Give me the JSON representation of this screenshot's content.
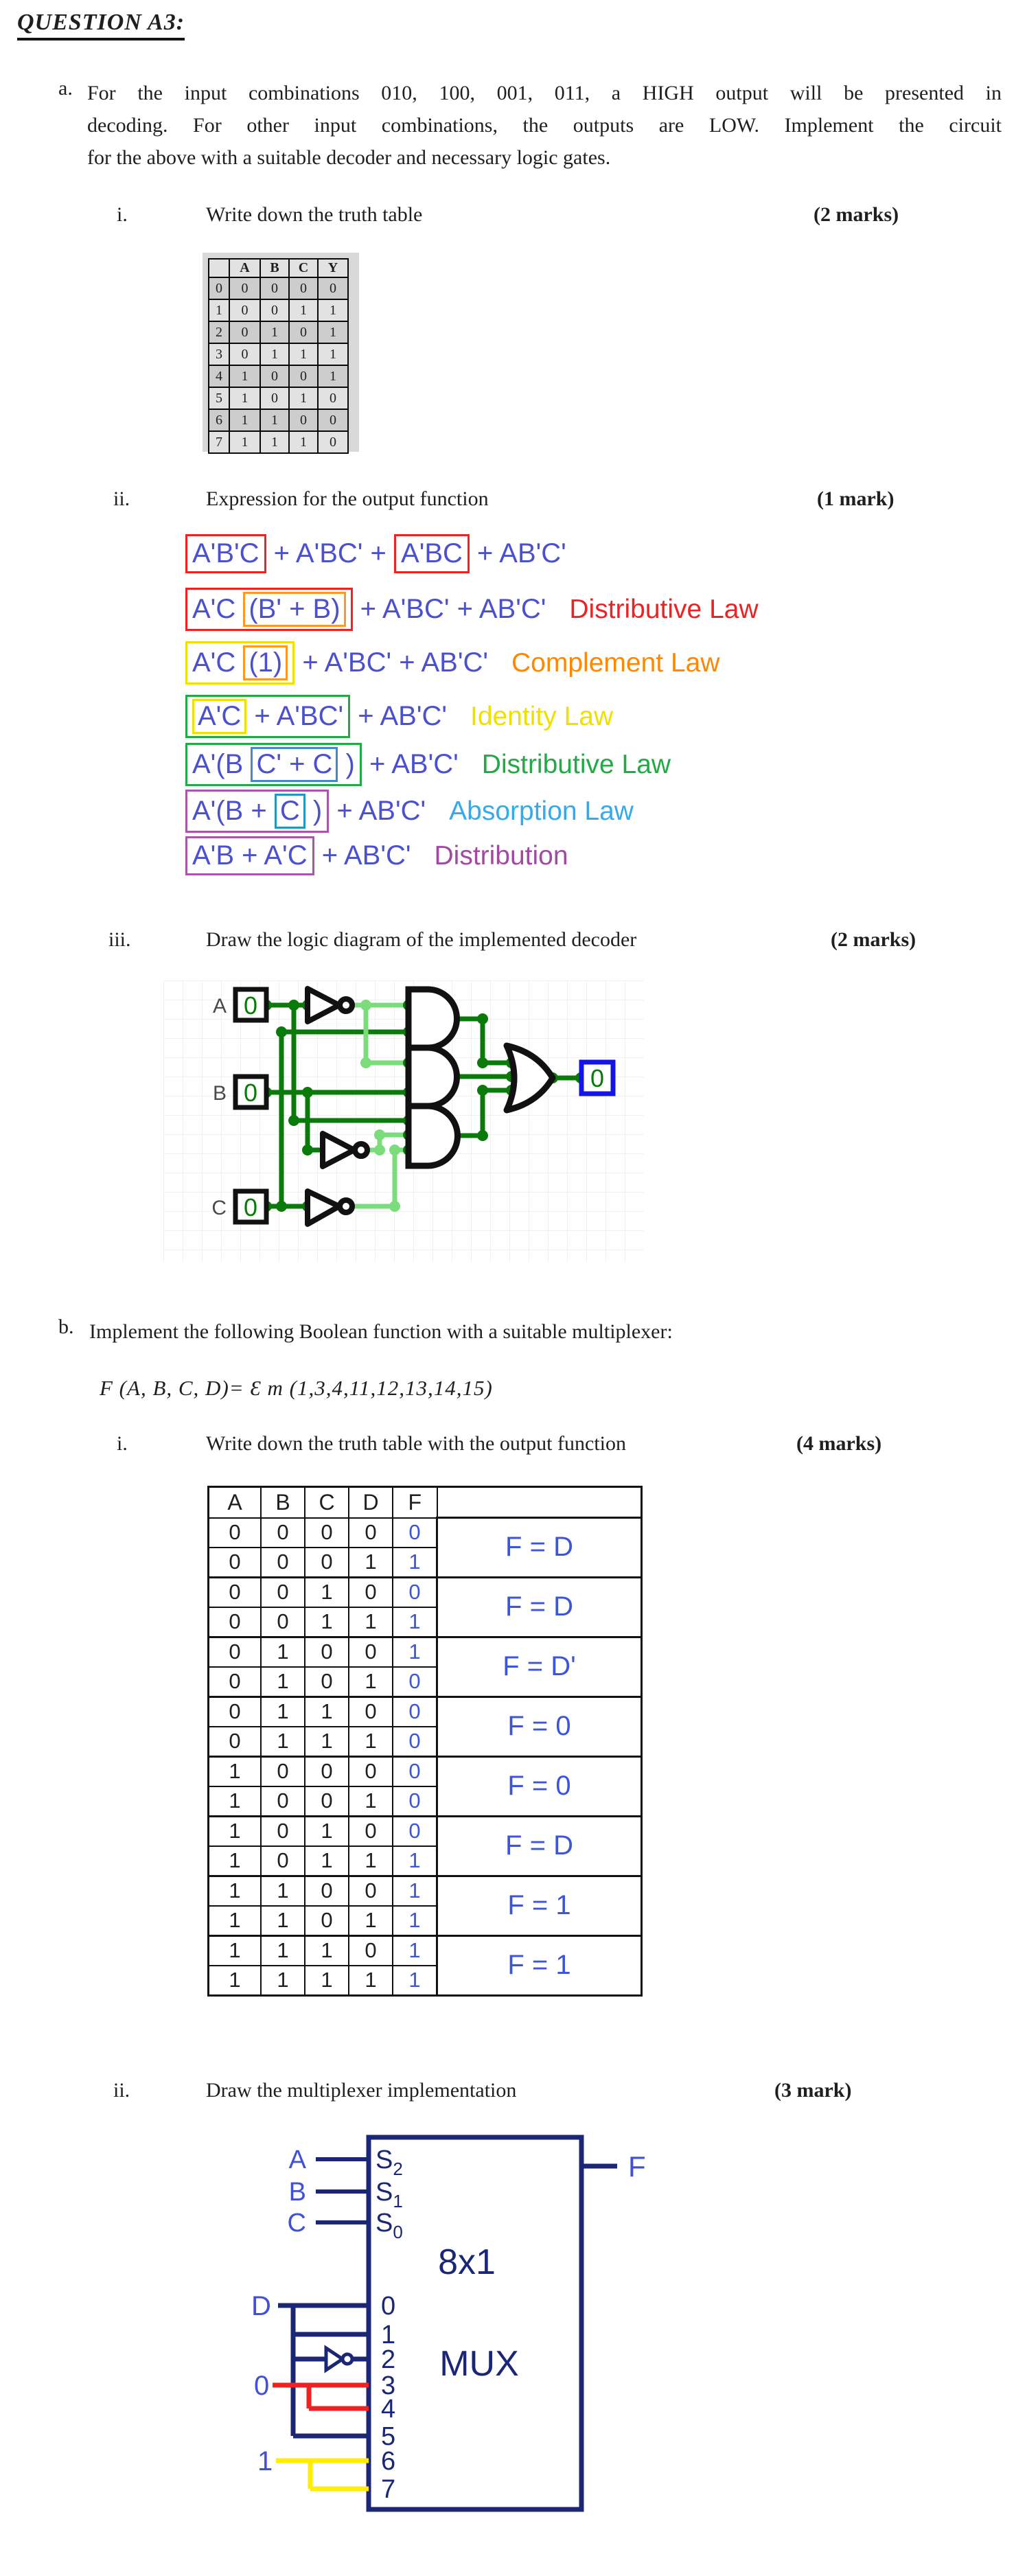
{
  "colors": {
    "expr_blue": "#4b50cf",
    "wire_low": "#0a7a0a",
    "wire_high": "#7bdc7b",
    "mux_navy": "#1c2677",
    "mux_label_blue": "#4150d8",
    "wire_red": "#ee2222",
    "wire_yellow": "#ffee00",
    "box_red": "#ee2222",
    "box_orange": "#ff9922",
    "box_yellow": "#f0e000",
    "box_green": "#22aa44",
    "box_steel": "#4488cc",
    "box_teal": "#2299bb",
    "box_purple": "#aa55aa",
    "table2_f_blue": "#3c55d9"
  },
  "title": "QUESTION A3:",
  "part_a": {
    "label": "a.",
    "lines": [
      "For the input combinations 010, 100, 001, 011, a HIGH output will be presented in",
      "decoding.  For other input combinations, the outputs are LOW. Implement the circuit",
      "for the above with a suitable decoder and necessary logic gates."
    ],
    "sub_i": {
      "num": "i.",
      "text": "Write down the truth table",
      "marks": "(2 marks)"
    },
    "sub_ii": {
      "num": "ii.",
      "text": "Expression for the output function",
      "marks": "(1 mark)"
    },
    "sub_iii": {
      "num": "iii.",
      "text": "Draw the logic diagram of the implemented decoder",
      "marks": "(2 marks)"
    }
  },
  "truth_table1": {
    "headers": [
      "",
      "A",
      "B",
      "C",
      "Y"
    ],
    "rows": [
      [
        "0",
        "0",
        "0",
        "0",
        "0"
      ],
      [
        "1",
        "0",
        "0",
        "1",
        "1"
      ],
      [
        "2",
        "0",
        "1",
        "0",
        "1"
      ],
      [
        "3",
        "0",
        "1",
        "1",
        "1"
      ],
      [
        "4",
        "1",
        "0",
        "0",
        "1"
      ],
      [
        "5",
        "1",
        "0",
        "1",
        "0"
      ],
      [
        "6",
        "1",
        "1",
        "0",
        "0"
      ],
      [
        "7",
        "1",
        "1",
        "1",
        "0"
      ]
    ]
  },
  "derivation": {
    "lines": [
      {
        "groups": [
          {
            "box": "red",
            "items": [
              {
                "text": "A'B'C"
              }
            ]
          },
          {
            "items": [
              {
                "text": " + A'BC' + "
              }
            ]
          },
          {
            "box": "red",
            "items": [
              {
                "text": "A'BC"
              }
            ]
          },
          {
            "items": [
              {
                "text": " + AB'C'"
              }
            ]
          }
        ],
        "law": null
      },
      {
        "groups": [
          {
            "box": "red",
            "items": [
              {
                "text": "A'C "
              },
              {
                "text": "(B' + B)",
                "box": "orange"
              }
            ]
          },
          {
            "items": [
              {
                "text": " + A'BC' + AB'C'"
              }
            ]
          }
        ],
        "law": {
          "text": "Distributive Law",
          "color": "#ee2222"
        }
      },
      {
        "groups": [
          {
            "box": "yellow",
            "items": [
              {
                "text": "A'C "
              },
              {
                "text": "(1)",
                "box": "orange"
              }
            ]
          },
          {
            "items": [
              {
                "text": " + A'BC' + AB'C'"
              }
            ]
          }
        ],
        "law": {
          "text": "Complement Law",
          "color": "#ff8800"
        }
      },
      {
        "groups": [
          {
            "box": "green",
            "items": [
              {
                "text": "A'C",
                "box": "yellow"
              },
              {
                "text": " + A'BC'"
              }
            ]
          },
          {
            "items": [
              {
                "text": " + AB'C'"
              }
            ]
          }
        ],
        "law": {
          "text": "Identity Law",
          "color": "#f0e000"
        }
      },
      {
        "groups": [
          {
            "box": "green",
            "items": [
              {
                "text": "A'(B "
              },
              {
                "text": "C' + C",
                "box": "steel"
              },
              {
                "text": " )"
              }
            ]
          },
          {
            "items": [
              {
                "text": " + AB'C'"
              }
            ]
          }
        ],
        "law": {
          "text": "Distributive Law",
          "color": "#22aa44"
        }
      },
      {
        "groups": [
          {
            "box": "purple",
            "items": [
              {
                "text": "A'(B + "
              },
              {
                "text": "C",
                "box": "teal"
              },
              {
                "text": " )"
              }
            ]
          },
          {
            "items": [
              {
                "text": " + AB'C'"
              }
            ]
          }
        ],
        "law": {
          "text": "Absorption Law",
          "color": "#33aaee"
        }
      },
      {
        "groups": [
          {
            "box": "purple",
            "items": [
              {
                "text": "A'B + A'C"
              }
            ]
          },
          {
            "items": [
              {
                "text": " + AB'C'"
              }
            ]
          }
        ],
        "law": {
          "text": "Distribution",
          "color": "#a04ba0"
        }
      }
    ]
  },
  "decoder": {
    "input_labels": [
      "A",
      "B",
      "C"
    ],
    "pin_values": [
      "0",
      "0",
      "0"
    ],
    "output_value": "0"
  },
  "part_b": {
    "label": "b.",
    "text": "Implement the following Boolean function with a suitable multiplexer:",
    "function": "F (A, B, C, D)= Ɛ m (1,3,4,11,12,13,14,15)",
    "sub_i": {
      "num": "i.",
      "text": "Write down the truth table with the output function",
      "marks": "(4 marks)"
    },
    "sub_ii": {
      "num": "ii.",
      "text": "Draw the multiplexer implementation",
      "marks": "(3 mark)"
    }
  },
  "truth_table2": {
    "headers": [
      "A",
      "B",
      "C",
      "D",
      "F"
    ],
    "rows": [
      [
        "0",
        "0",
        "0",
        "0",
        "0"
      ],
      [
        "0",
        "0",
        "0",
        "1",
        "1"
      ],
      [
        "0",
        "0",
        "1",
        "0",
        "0"
      ],
      [
        "0",
        "0",
        "1",
        "1",
        "1"
      ],
      [
        "0",
        "1",
        "0",
        "0",
        "1"
      ],
      [
        "0",
        "1",
        "0",
        "1",
        "0"
      ],
      [
        "0",
        "1",
        "1",
        "0",
        "0"
      ],
      [
        "0",
        "1",
        "1",
        "1",
        "0"
      ],
      [
        "1",
        "0",
        "0",
        "0",
        "0"
      ],
      [
        "1",
        "0",
        "0",
        "1",
        "0"
      ],
      [
        "1",
        "0",
        "1",
        "0",
        "0"
      ],
      [
        "1",
        "0",
        "1",
        "1",
        "1"
      ],
      [
        "1",
        "1",
        "0",
        "0",
        "1"
      ],
      [
        "1",
        "1",
        "0",
        "1",
        "1"
      ],
      [
        "1",
        "1",
        "1",
        "0",
        "1"
      ],
      [
        "1",
        "1",
        "1",
        "1",
        "1"
      ]
    ],
    "group_exprs": [
      "F = D",
      "F = D",
      "F = D'",
      "F = 0",
      "F = 0",
      "F = D",
      "F = 1",
      "F =  1"
    ]
  },
  "mux": {
    "selects": [
      {
        "label": "A",
        "pin_base": "S",
        "pin_sub": "2"
      },
      {
        "label": "B",
        "pin_base": "S",
        "pin_sub": "1"
      },
      {
        "label": "C",
        "pin_base": "S",
        "pin_sub": "0"
      }
    ],
    "size_label": "8x1",
    "type_label": "MUX",
    "output_label": "F",
    "d_label": "D",
    "zero_label": "0",
    "one_label": "1",
    "pin_numbers": [
      "0",
      "1",
      "2",
      "3",
      "4",
      "5",
      "6",
      "7"
    ]
  }
}
